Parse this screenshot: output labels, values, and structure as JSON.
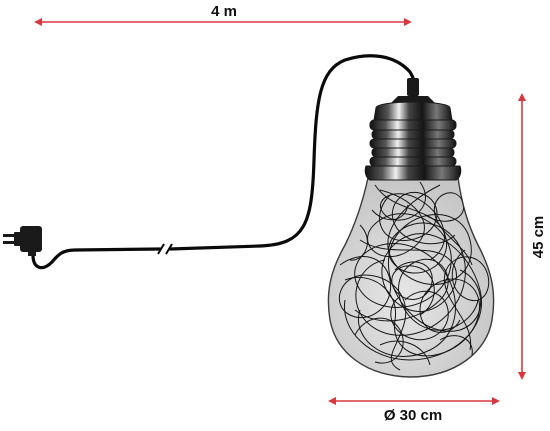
{
  "dimensions": {
    "cable_length": "4 m",
    "height": "45 cm",
    "diameter": "Ø 30 cm"
  },
  "colors": {
    "dimension_arrow": "#d8393f",
    "dimension_text": "#111111",
    "cable": "#0a0a0a",
    "bulb_glass": "#d4d4d4",
    "bulb_outline": "#3a3a3a",
    "wire_filament": "#151515",
    "socket_dark": "#1a1a1a",
    "socket_highlight": "#e8e8e8"
  },
  "icons": {
    "plug": "power-adapter-plug-icon",
    "bulb": "light-bulb-icon"
  }
}
